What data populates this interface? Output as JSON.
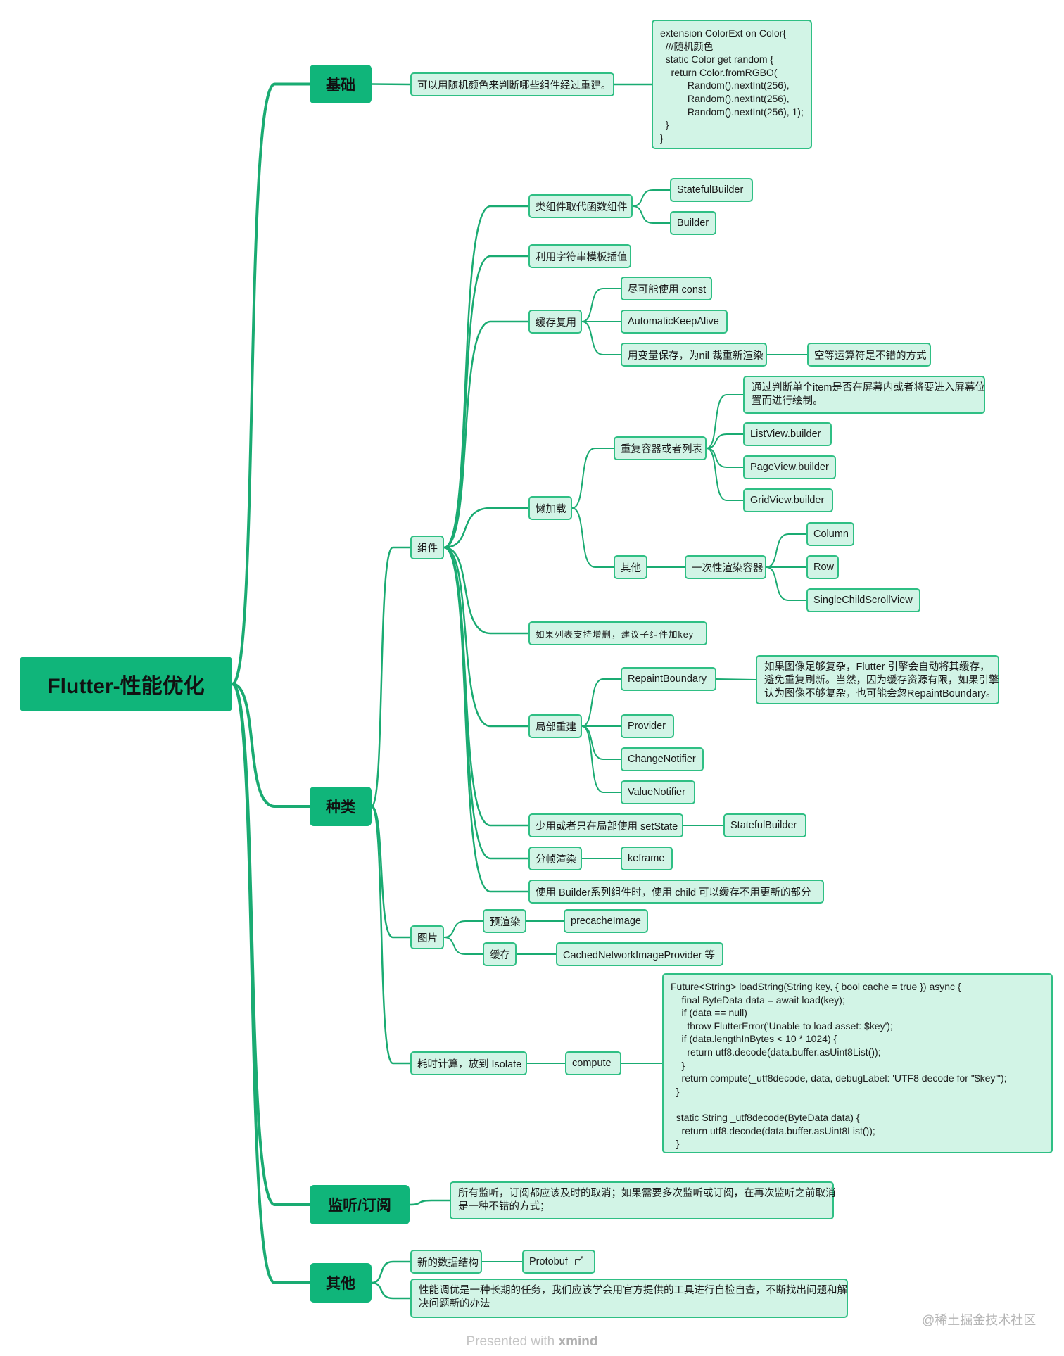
{
  "root": "Flutter-性能优化",
  "categories": {
    "basics": "基础",
    "types": "种类",
    "listen": "监听/订阅",
    "other": "其他"
  },
  "basics": {
    "random_color": "可以用随机颜色来判断哪些组件经过重建。",
    "code": "extension ColorExt on Color{\n  ///随机颜色\n  static Color get random {\n    return Color.fromRGBO(\n          Random().nextInt(256),\n          Random().nextInt(256),\n          Random().nextInt(256), 1);\n  }\n}"
  },
  "components": {
    "label": "组件",
    "class_over_func": "类组件取代函数组件",
    "stateful_builder": "StatefulBuilder",
    "builder": "Builder",
    "string_template": "利用字符串模板插值",
    "cache_reuse": "缓存复用",
    "use_const": "尽可能使用 const",
    "keep_alive": "AutomaticKeepAlive",
    "var_save": "用变量保存，为nil 裁重新渲染",
    "null_aware": "空等运算符是不错的方式",
    "lazy_load": "懒加载",
    "repeat_list": "重复容器或者列表",
    "item_check": "通过判断单个item是否在屏幕内或者将要进入屏幕位\n置而进行绘制。",
    "listview": "ListView.builder",
    "pageview": "PageView.builder",
    "gridview": "GridView.builder",
    "lazy_other": "其他",
    "one_shot": "一次性渲染容器",
    "column": "Column",
    "row": "Row",
    "single_scroll": "SingleChildScrollView",
    "list_key": "如果列表支持增删，建议子组件加key",
    "partial_rebuild": "局部重建",
    "repaint_boundary": "RepaintBoundary",
    "repaint_note": "如果图像足够复杂，Flutter 引擎会自动将其缓存，\n避免重复刷新。当然，因为缓存资源有限，如果引擎\n认为图像不够复杂，也可能会忽RepaintBoundary。",
    "provider": "Provider",
    "change_notifier": "ChangeNotifier",
    "value_notifier": "ValueNotifier",
    "set_state": "少用或者只在局部使用 setState",
    "stateful_builder2": "StatefulBuilder",
    "frame_render": "分帧渲染",
    "keframe": "keframe",
    "builder_child": "使用 Builder系列组件时，使用 child 可以缓存不用更新的部分"
  },
  "images": {
    "label": "图片",
    "prerender": "预渲染",
    "precache": "precacheImage",
    "cache": "缓存",
    "cached_provider": "CachedNetworkImageProvider 等"
  },
  "isolate": {
    "label": "耗时计算，放到 Isolate",
    "compute": "compute",
    "code": "Future<String> loadString(String key, { bool cache = true }) async {\n    final ByteData data = await load(key);\n    if (data == null)\n      throw FlutterError('Unable to load asset: $key');\n    if (data.lengthInBytes < 10 * 1024) {\n      return utf8.decode(data.buffer.asUint8List());\n    }\n    return compute(_utf8decode, data, debugLabel: 'UTF8 decode for \"$key\"');\n  }\n\n  static String _utf8decode(ByteData data) {\n    return utf8.decode(data.buffer.asUint8List());\n  }"
  },
  "listen": {
    "note": "所有监听，订阅都应该及时的取消；如果需要多次监听或订阅，在再次监听之前取消\n是一种不错的方式；"
  },
  "other": {
    "new_data": "新的数据结构",
    "protobuf": "Protobuf",
    "tuning": "性能调优是一种长期的任务，我们应该学会用官方提供的工具进行自检自查，不断找出问题和解\n决问题新的办法"
  },
  "footer": {
    "presented": "Presented with",
    "brand": "xmind"
  },
  "watermark": "@稀土掘金技术社区",
  "colors": {
    "branch": "#1aab72",
    "topic_fill": "#10b57a",
    "leaf_fill": "#d2f4e6",
    "leaf_border": "#2fbf84"
  }
}
